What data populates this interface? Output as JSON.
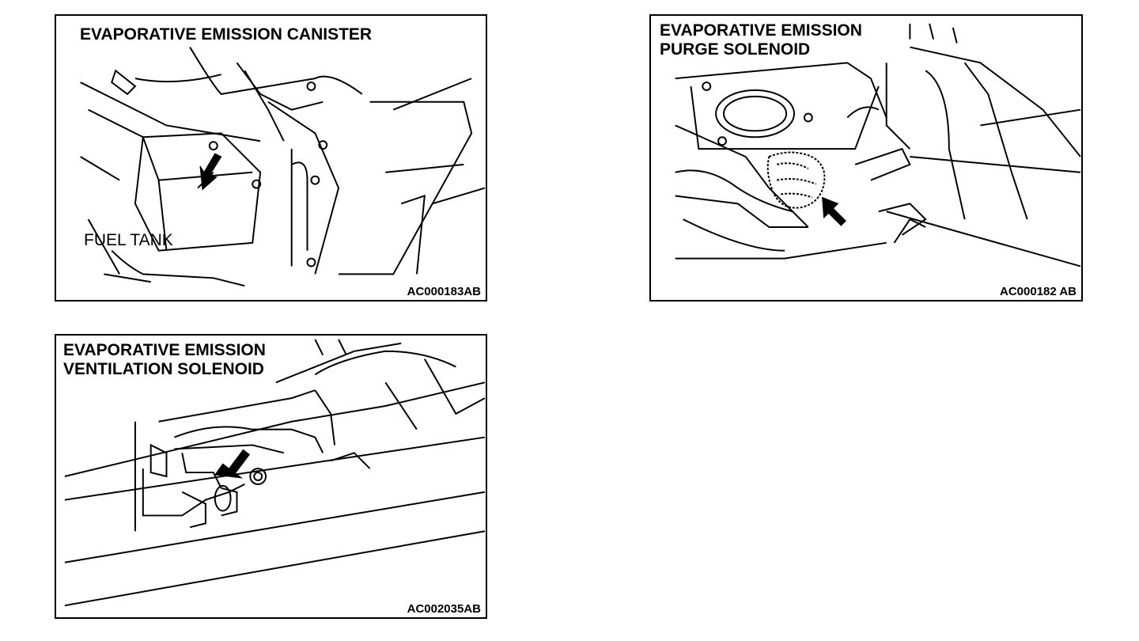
{
  "figures": [
    {
      "title_lines": [
        "EVAPORATIVE EMISSION CANISTER"
      ],
      "labels": [
        "FUEL TANK"
      ],
      "code": "AC000183AB"
    },
    {
      "title_lines": [
        "EVAPORATIVE EMISSION",
        "PURGE SOLENOID"
      ],
      "labels": [],
      "code": "AC000182 AB"
    },
    {
      "title_lines": [
        "EVAPORATIVE EMISSION",
        "VENTILATION SOLENOID"
      ],
      "labels": [],
      "code": "AC002035AB"
    }
  ],
  "colors": {
    "ink": "#000000",
    "paper": "#ffffff"
  }
}
